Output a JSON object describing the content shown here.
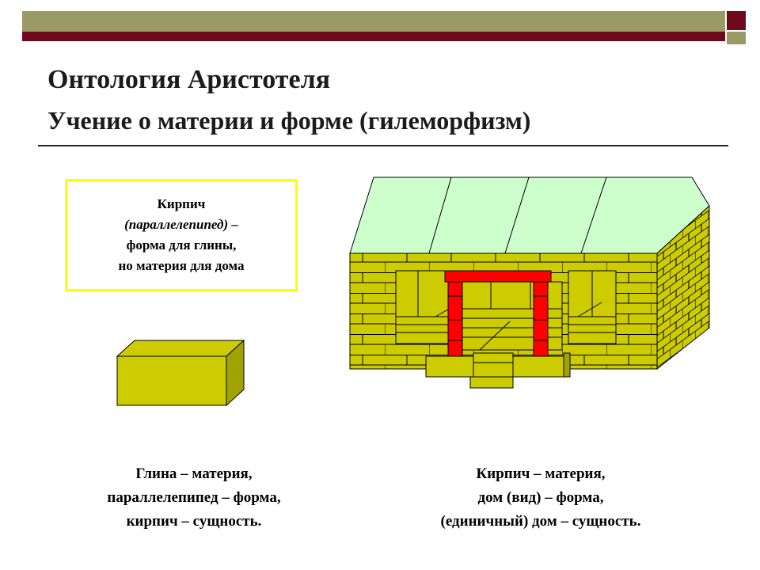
{
  "slide": {
    "title": "Онтология Аристотеля",
    "subtitle": "Учение о материи и форме (гилеморфизм)"
  },
  "note_box": {
    "line1": "Кирпич",
    "line2": "(параллелепипед) –",
    "line3": "форма для глины,",
    "line4": "но материя для дома"
  },
  "captions": {
    "left": [
      "Глина – материя,",
      "параллелепипед – форма,",
      "кирпич – сущность."
    ],
    "right": [
      "Кирпич – материя,",
      "дом (вид) – форма,",
      "(единичный) дом – сущность."
    ]
  },
  "colors": {
    "brick": "#cccc00",
    "roof": "#ccffcc",
    "column": "#ff0000",
    "box_border": "#ffff00",
    "bar_olive": "#9a9a66",
    "bar_maroon": "#6e0a1c"
  },
  "icons": {
    "brick": "brick-illustration",
    "house": "brick-house-illustration"
  }
}
